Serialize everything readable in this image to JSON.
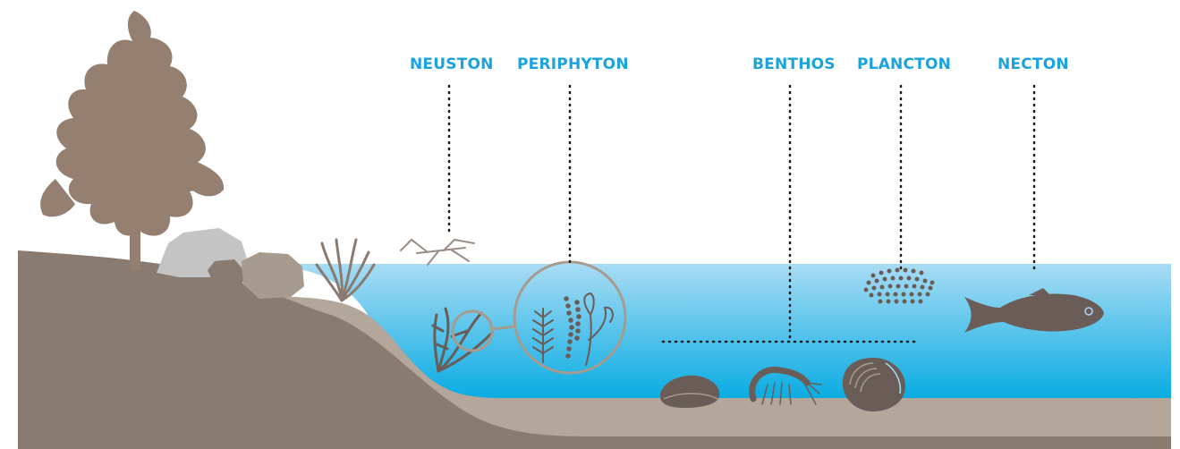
{
  "labels": {
    "neuston": "NEUSTON",
    "periphyton": "PERIPHYTON",
    "benthos": "BENTHOS",
    "plancton": "PLANCTON",
    "necton": "NECTON"
  },
  "colors": {
    "label": "#1aa3dc",
    "ground_dark": "#8a7b71",
    "ground_light": "#a79a8f",
    "sediment": "#b3a69b",
    "tree": "#957f71",
    "rock_grey": "#c4c4c4",
    "water_top": "#a8dcf4",
    "water_bottom": "#0aace2",
    "organism": "#6a5d58"
  },
  "icons": [
    "tree-icon",
    "rock-icon",
    "coral-icon",
    "water-strider-icon",
    "seaweed-icon",
    "magnifier-circle-icon",
    "algae-icon",
    "plankton-cluster-icon",
    "fish-icon",
    "clam-icon",
    "shrimp-icon",
    "shell-icon"
  ]
}
